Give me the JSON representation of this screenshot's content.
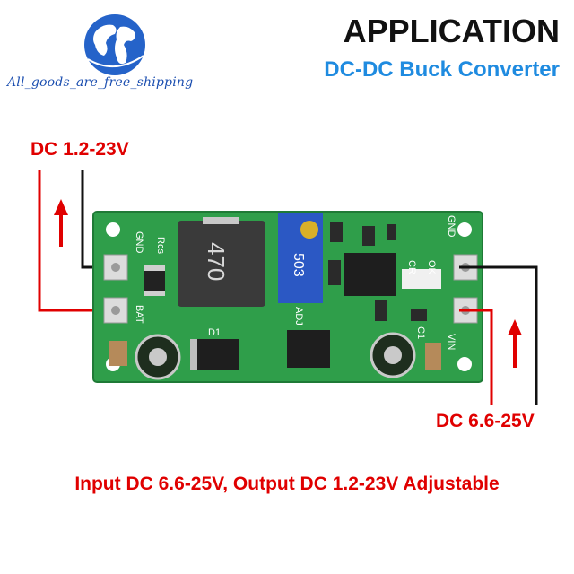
{
  "header": {
    "store_watermark": "All_goods_are_free_shipping",
    "title": "APPLICATION",
    "subtitle": "DC-DC Buck Converter"
  },
  "labels": {
    "output": "DC 1.2-23V",
    "input": "DC 6.6-25V"
  },
  "caption": "Input DC 6.6-25V, Output DC 1.2-23V Adjustable",
  "board_silkscreen": {
    "gnd_left": "GND",
    "bat": "BAT",
    "rcs": "Rcs",
    "inductor": "470",
    "trimmer": "503",
    "adj": "ADJ",
    "d1": "D1",
    "c1": "C1",
    "cr": "CR",
    "ok": "OK",
    "gnd_right": "GND",
    "vin": "VIN"
  },
  "colors": {
    "red": "#e00000",
    "blue": "#1f8be0",
    "pcb": "#2f9e4a"
  }
}
